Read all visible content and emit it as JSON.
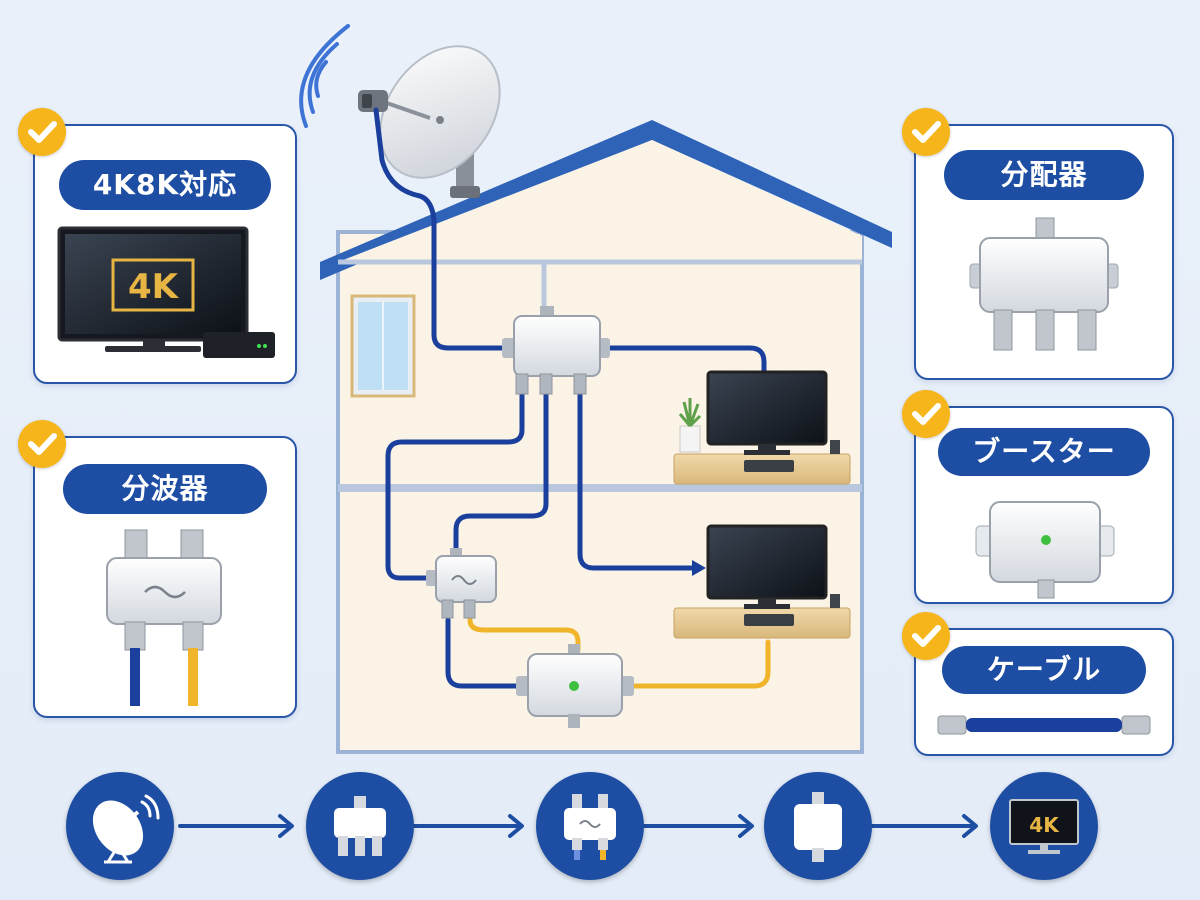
{
  "cards": {
    "tv4k8k": {
      "label": "4K8K対応",
      "screen_text": "4K"
    },
    "diplexer": {
      "label": "分波器"
    },
    "splitter": {
      "label": "分配器"
    },
    "booster": {
      "label": "ブースター"
    },
    "cable": {
      "label": "ケーブル"
    }
  },
  "flow": {
    "steps": [
      "antenna-icon",
      "splitter-icon",
      "diplexer-icon",
      "booster-icon",
      "tv-4k-icon"
    ],
    "tv_text": "4K"
  },
  "colors": {
    "accent_blue": "#1e4ea3",
    "check_yellow": "#f6b51a",
    "cable_blue": "#1a3f9c",
    "cable_yellow": "#f0b52a",
    "gold_4k": "#e7b544"
  }
}
